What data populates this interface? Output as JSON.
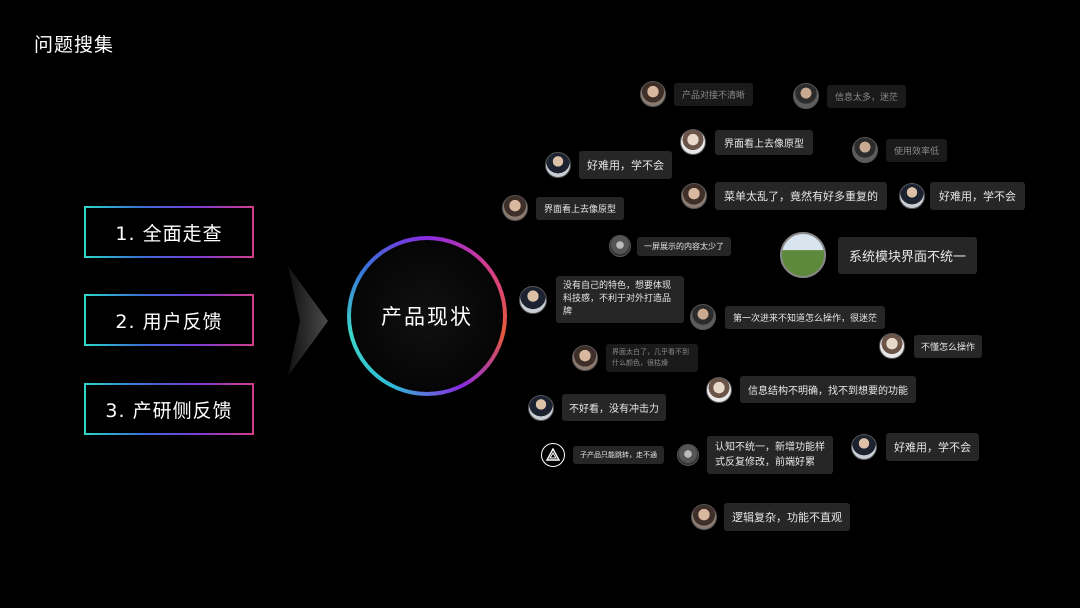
{
  "page_title": "问题搜集",
  "steps": [
    "1. 全面走查",
    "2. 用户反馈",
    "3. 产研侧反馈"
  ],
  "center_label": "产品现状",
  "feedback": [
    {
      "text": "产品对接不清晰",
      "avatar": "user-avatar"
    },
    {
      "text": "信息太多，迷茫",
      "avatar": "user-avatar"
    },
    {
      "text": "界面看上去像原型",
      "avatar": "user-avatar"
    },
    {
      "text": "使用效率低",
      "avatar": "user-avatar"
    },
    {
      "text": "好难用，学不会",
      "avatar": "user-avatar"
    },
    {
      "text": "菜单太乱了，竟然有好多重复的",
      "avatar": "user-avatar"
    },
    {
      "text": "好难用，学不会",
      "avatar": "user-avatar"
    },
    {
      "text": "界面看上去像原型",
      "avatar": "user-avatar"
    },
    {
      "text": "一屏展示的内容太少了",
      "avatar": "user-avatar"
    },
    {
      "text": "系统模块界面不统一",
      "avatar": "user-avatar"
    },
    {
      "text": "没有自己的特色，想要体现科技感，不利于对外打造品牌",
      "avatar": "user-avatar"
    },
    {
      "text": "第一次进来不知道怎么操作，很迷茫",
      "avatar": "user-avatar"
    },
    {
      "text": "不懂怎么操作",
      "avatar": "user-avatar"
    },
    {
      "text": "界面太白了，几乎看不到什么颜色，很枯燥",
      "avatar": "user-avatar"
    },
    {
      "text": "信息结构不明确，找不到想要的功能",
      "avatar": "user-avatar"
    },
    {
      "text": "不好看，没有冲击力",
      "avatar": "user-avatar"
    },
    {
      "text": "子产品只能跳转，走不通",
      "avatar": "logo-avatar"
    },
    {
      "text": "认知不统一，新增功能样式反复修改，前端好累",
      "avatar": "user-avatar"
    },
    {
      "text": "好难用，学不会",
      "avatar": "user-avatar"
    },
    {
      "text": "逻辑复杂，功能不直观",
      "avatar": "user-avatar"
    }
  ]
}
